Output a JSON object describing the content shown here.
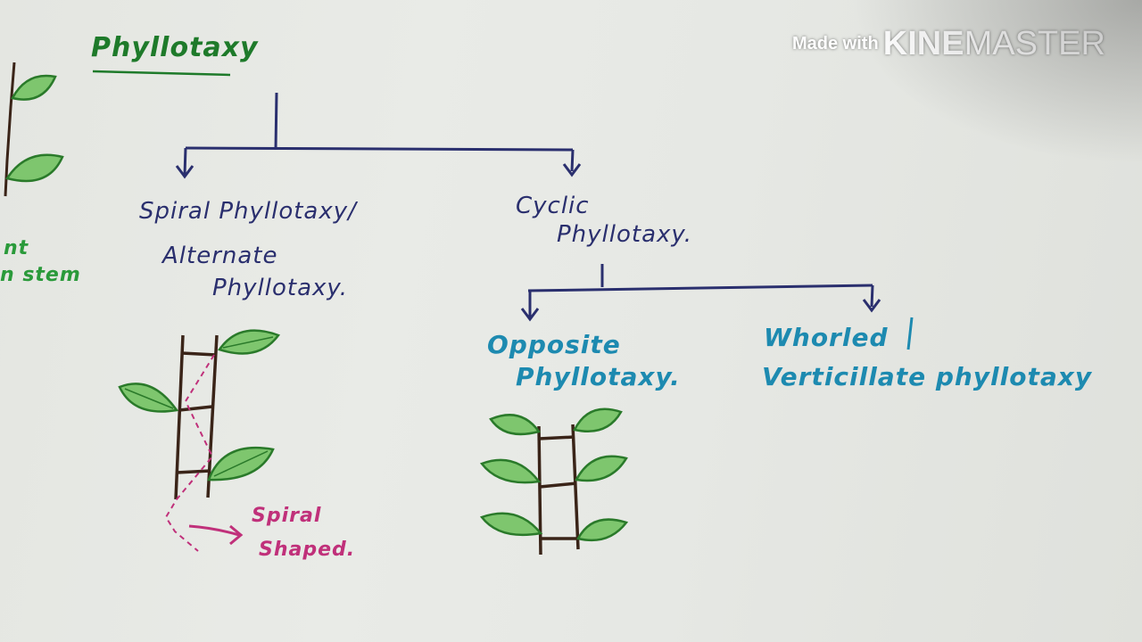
{
  "title": "Phyllotaxy",
  "branches": {
    "spiral": {
      "line1": "Spiral Phyllotaxy/",
      "line2": "Alternate",
      "line3": "Phyllotaxy."
    },
    "cyclic": {
      "line1": "Cyclic",
      "line2": "Phyllotaxy."
    }
  },
  "sub_branches": {
    "opposite": {
      "line1": "Opposite",
      "line2": "Phyllotaxy."
    },
    "whorled": {
      "line1": "Whorled",
      "line2": "Verticillate phyllotaxy"
    }
  },
  "spiral_note": {
    "line1": "Spiral",
    "line2": "Shaped."
  },
  "margin_notes": {
    "line1": "nt",
    "line2": "n stem"
  },
  "watermark": {
    "prefix": "Made with",
    "brand_bold": "KINE",
    "brand_light": "MASTER"
  },
  "colors": {
    "title_green": "#1e7a2a",
    "navy_ink": "#2a2f6e",
    "blue_ink": "#1d8ab0",
    "magenta_ink": "#c0307a",
    "leaf_green": "#3aa33a",
    "stem_brown": "#3a2418"
  }
}
